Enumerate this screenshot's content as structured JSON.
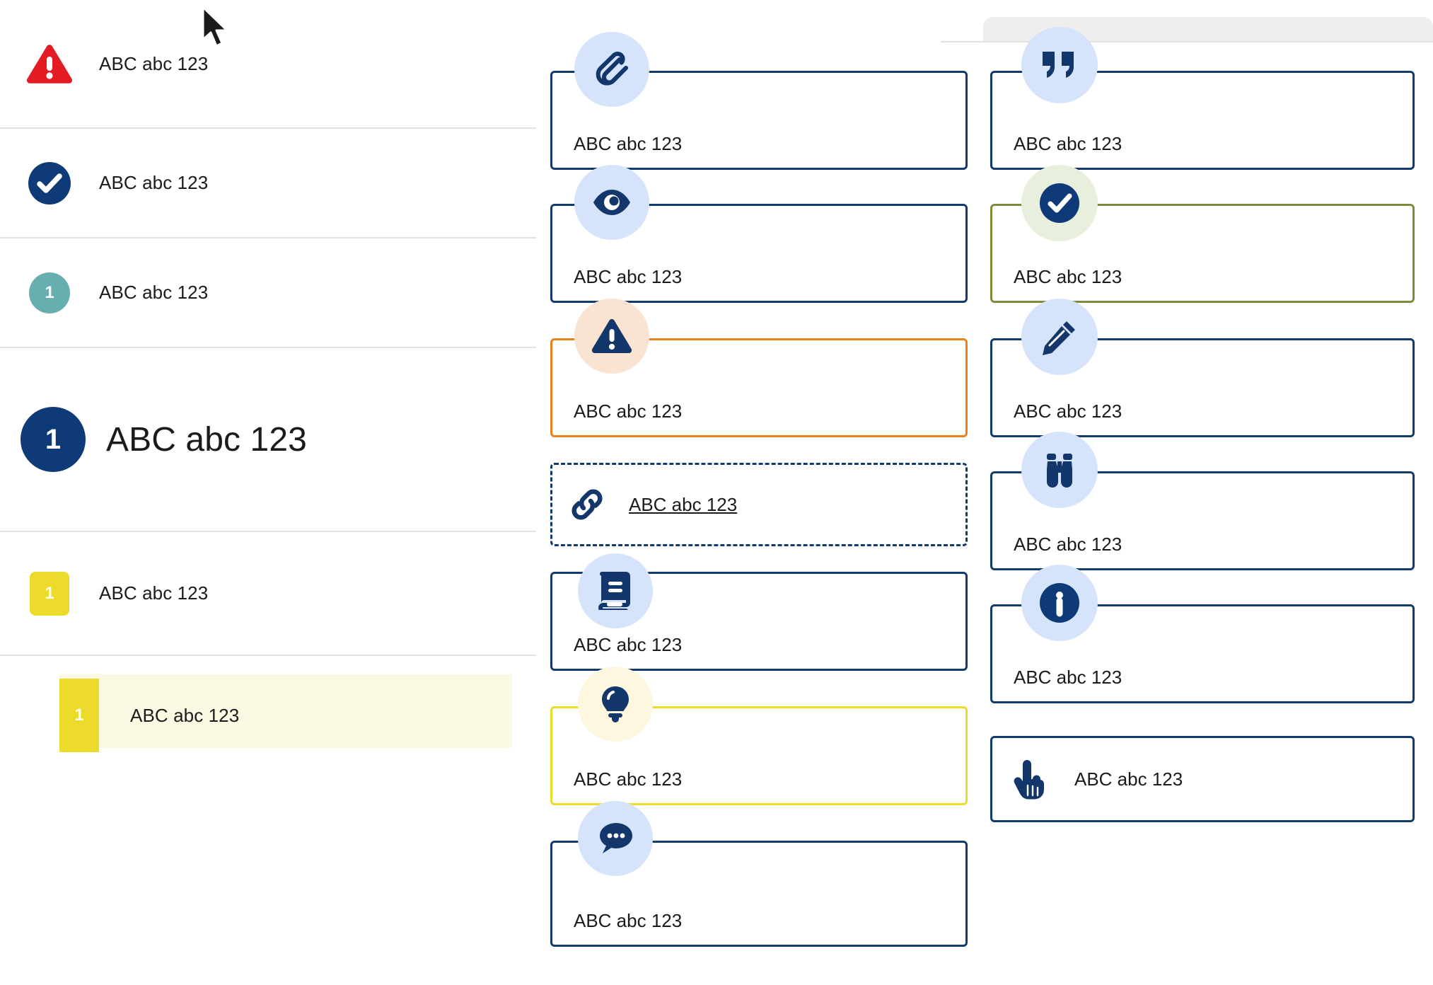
{
  "sample_text": "ABC abc 123",
  "colors": {
    "navy": "#123a6d",
    "navy_dark": "#0e2f5c",
    "red": "#e31b23",
    "orange": "#e8821f",
    "green": "#7d8c3a",
    "yellow": "#ecdb2a",
    "teal": "#67aeb0",
    "badge_blue": "#d6e4fb",
    "badge_peach": "#fbe3d2",
    "badge_mint": "#e8efdd",
    "badge_cream": "#fdf7df",
    "row_highlight_bg": "#fbf8e3",
    "divider": "#e3e3e3"
  },
  "left_list": {
    "items": [
      {
        "icon": "alert-triangle-icon",
        "badge_kind": "triangle",
        "badge_text": "",
        "label": "ABC abc 123",
        "size": "normal",
        "highlighted": false
      },
      {
        "icon": "check-circle-icon",
        "badge_kind": "circle",
        "badge_text": "",
        "label": "ABC abc 123",
        "size": "normal",
        "highlighted": false
      },
      {
        "icon": "number-circle-icon",
        "badge_kind": "circle",
        "badge_text": "1",
        "label": "ABC abc 123",
        "size": "normal",
        "highlighted": false
      },
      {
        "icon": "number-circle-icon",
        "badge_kind": "circle",
        "badge_text": "1",
        "label": "ABC abc 123",
        "size": "large",
        "highlighted": false
      },
      {
        "icon": "number-square-icon",
        "badge_kind": "square",
        "badge_text": "1",
        "label": "ABC abc 123",
        "size": "normal",
        "highlighted": false
      },
      {
        "icon": "number-tab-icon",
        "badge_kind": "tab",
        "badge_text": "1",
        "label": "ABC abc 123",
        "size": "normal",
        "highlighted": true
      }
    ]
  },
  "middle_column": {
    "cards": [
      {
        "icon": "paperclip-icon",
        "badge": "blue",
        "border": "navy",
        "label": "ABC abc 123",
        "style": "stacked"
      },
      {
        "icon": "eye-icon",
        "badge": "blue",
        "border": "navy",
        "label": "ABC abc 123",
        "style": "stacked"
      },
      {
        "icon": "warning-icon",
        "badge": "peach",
        "border": "orange",
        "label": "ABC abc 123",
        "style": "stacked"
      },
      {
        "icon": "link-icon",
        "badge": "none",
        "border": "dashed",
        "label": "ABC abc 123",
        "style": "inline"
      },
      {
        "icon": "book-icon",
        "badge": "blue",
        "border": "navy",
        "label": "ABC abc 123",
        "style": "stacked"
      },
      {
        "icon": "lightbulb-icon",
        "badge": "cream",
        "border": "yellow",
        "label": "ABC abc 123",
        "style": "stacked"
      },
      {
        "icon": "comment-icon",
        "badge": "blue",
        "border": "navy",
        "label": "ABC abc 123",
        "style": "stacked"
      }
    ]
  },
  "right_column": {
    "cards": [
      {
        "icon": "quote-icon",
        "badge": "blue",
        "border": "navy",
        "label": "ABC abc 123",
        "style": "stacked"
      },
      {
        "icon": "check-circle-icon",
        "badge": "mint",
        "border": "green",
        "label": "ABC abc 123",
        "style": "stacked"
      },
      {
        "icon": "pencil-icon",
        "badge": "blue",
        "border": "navy",
        "label": "ABC abc 123",
        "style": "stacked"
      },
      {
        "icon": "binoculars-icon",
        "badge": "blue",
        "border": "navy",
        "label": "ABC abc 123",
        "style": "stacked"
      },
      {
        "icon": "info-icon",
        "badge": "blue",
        "border": "navy",
        "label": "ABC abc 123",
        "style": "stacked"
      },
      {
        "icon": "pointing-hand-icon",
        "badge": "none",
        "border": "navy",
        "label": "ABC abc 123",
        "style": "inline"
      }
    ]
  },
  "cursor": {
    "name": "mouse-pointer"
  }
}
